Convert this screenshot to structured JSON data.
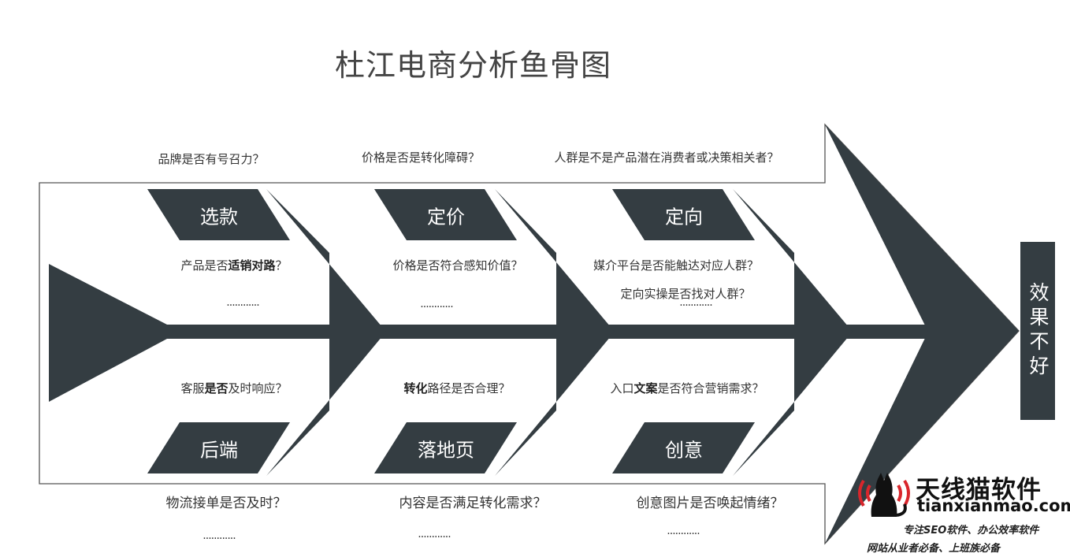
{
  "title": "杜江电商分析鱼骨图",
  "effect": "效果不好",
  "categories": {
    "xuankuan": "选款",
    "dingjia": "定价",
    "dingxiang": "定向",
    "houduan": "后端",
    "luodiye": "落地页",
    "chuangyi": "创意"
  },
  "top_questions": {
    "q1": "品牌是否有号召力？",
    "q2": "价格是否是转化障碍？",
    "q3": "人群是不是产品潜在消费者或决策相关者？"
  },
  "upper_inner": {
    "q1_pre": "产品是否",
    "q1_bold": "适销对路",
    "q1_post": "？",
    "q2": "价格是否符合感知价值？",
    "q3a": "媒介平台是否能触达对应人群？",
    "q3b": "定向实操是否找对人群？"
  },
  "lower_inner": {
    "q1_pre": "客服",
    "q1_bold": "是否",
    "q1_post": "及时响应？",
    "q2_bold": "转化",
    "q2_post": "路径是否合理？",
    "q3_pre": "入口",
    "q3_bold": "文案",
    "q3_post": "是否符合营销需求？"
  },
  "bottom_questions": {
    "q1": "物流接单是否及时？",
    "q2": "内容是否满足转化需求？",
    "q3": "创意图片是否唤起情绪？"
  },
  "ellipsis": "............",
  "logo": {
    "brand": "天线猫软件",
    "domain": "tianxianmao.com",
    "slogan1": "专注SEO软件、办公效率软件",
    "slogan2": "网站从业者必备、上班族必备"
  },
  "colors": {
    "dark": "#343d42",
    "outline": "#666666",
    "accent_red": "#d9262c"
  }
}
